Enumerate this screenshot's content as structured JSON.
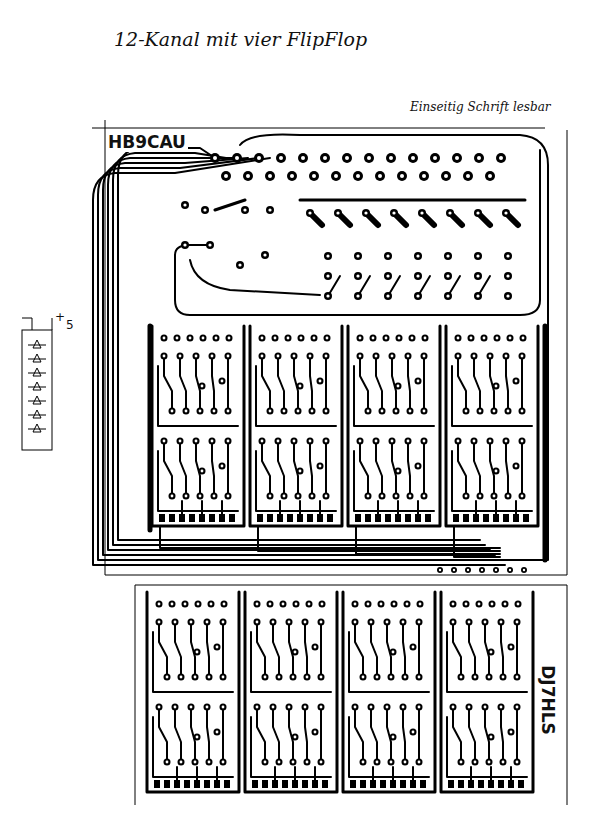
{
  "diagram": {
    "title": "12-Kanal mit vier FlipFlop",
    "labels": [
      "Einseitig Schrift lesbar",
      "HB9CAU",
      "DJ7HLS",
      "+",
      "5"
    ]
  }
}
